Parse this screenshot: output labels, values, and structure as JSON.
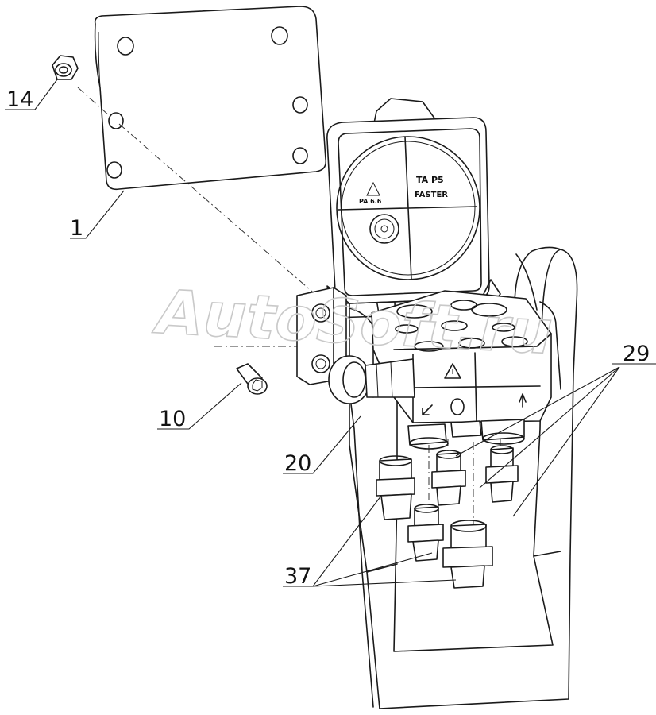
{
  "watermark": "AutoSoft.ru",
  "callouts": [
    {
      "id": "c1",
      "label": "1"
    },
    {
      "id": "c10",
      "label": "10"
    },
    {
      "id": "c14",
      "label": "14"
    },
    {
      "id": "c20",
      "label": "20"
    },
    {
      "id": "c29",
      "label": "29"
    },
    {
      "id": "c37",
      "label": "37"
    }
  ],
  "gauge_cap": {
    "model": "TA P5",
    "brand": "FASTER",
    "material": "PA 6.6"
  }
}
